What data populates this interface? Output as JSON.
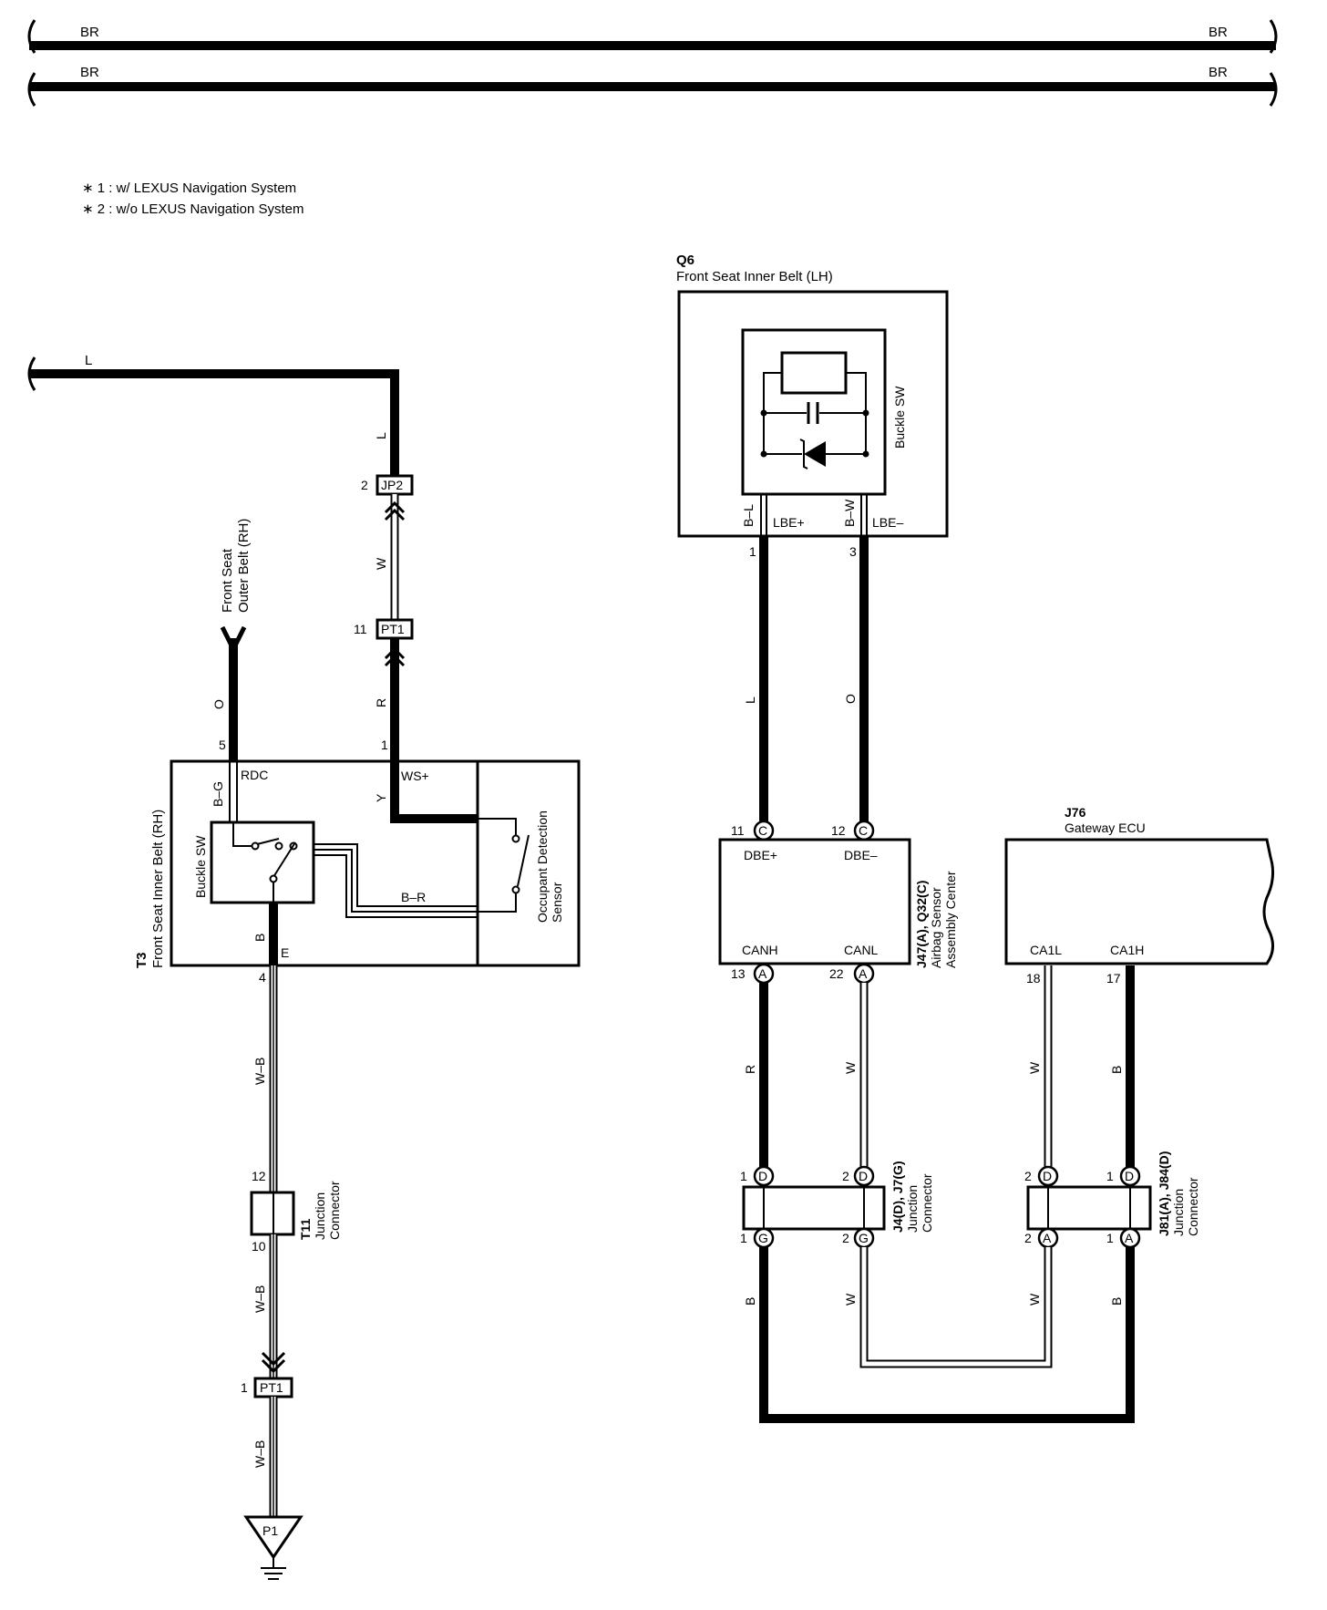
{
  "top_buses": {
    "bus1": {
      "left_label": "BR",
      "right_label": "BR"
    },
    "bus2": {
      "left_label": "BR",
      "right_label": "BR"
    }
  },
  "notes": [
    "∗ 1 : w/ LEXUS Navigation System",
    "∗ 2 : w/o LEXUS Navigation System"
  ],
  "q6": {
    "code": "Q6",
    "name": "Front Seat Inner Belt (LH)",
    "switch_label": "Buckle SW",
    "wire_left_color": "B–L",
    "wire_right_color": "B–W",
    "term_left": "LBE+",
    "term_right": "LBE–",
    "pin_left": "1",
    "pin_right": "3"
  },
  "left_feed": {
    "wire_label": "L",
    "wire_vert_label": "L",
    "jp2_pin": "2",
    "jp2": "JP2",
    "w_label": "W",
    "pt1_pin": "11",
    "pt1": "PT1",
    "r_label": "R"
  },
  "outer_belt": {
    "line1": "Front Seat",
    "line2": "Outer Belt (RH)",
    "wire": "O"
  },
  "t3": {
    "code": "T3",
    "name": "Front Seat Inner Belt (RH)",
    "buckle_label": "Buckle SW",
    "sensor_label1": "Occupant Detection",
    "sensor_label2": "Sensor",
    "pin5": "5",
    "pin1": "1",
    "pin4": "4",
    "rdc": "RDC",
    "ws_plus": "WS+",
    "e": "E",
    "bg": "B–G",
    "y": "Y",
    "br": "B–R",
    "b": "B"
  },
  "ground_path": {
    "wb1": "W–B",
    "t11_pin_top": "12",
    "t11_pin_bot": "10",
    "t11_code": "T11",
    "t11_name": "Junction",
    "t11_name2": "Connector",
    "wb2": "W–B",
    "pt1_pin": "1",
    "pt1": "PT1",
    "wb3": "W–B",
    "ground": "P1"
  },
  "airbag": {
    "pin11": "11",
    "pin12": "12",
    "conn_c": "C",
    "dbe_plus": "DBE+",
    "dbe_minus": "DBE–",
    "canh": "CANH",
    "canl": "CANL",
    "pin13": "13",
    "pin22": "22",
    "conn_a": "A",
    "code": "J47(A), Q32(C)",
    "name1": "Airbag Sensor",
    "name2": "Assembly Center",
    "wire_l": "L",
    "wire_o": "O",
    "wire_r": "R",
    "wire_w": "W"
  },
  "gateway": {
    "code": "J76",
    "name": "Gateway ECU",
    "ca1l": "CA1L",
    "ca1h": "CA1H",
    "pin18": "18",
    "pin17": "17",
    "wire_w": "W",
    "wire_b": "B"
  },
  "jc1": {
    "code": "J4(D), J7(G)",
    "name1": "Junction",
    "name2": "Connector",
    "p_top_left": "1",
    "p_top_right": "2",
    "p_bot_left": "1",
    "p_bot_right": "2",
    "d": "D",
    "g": "G",
    "wire_b": "B",
    "wire_w": "W"
  },
  "jc2": {
    "code": "J81(A), J84(D)",
    "name1": "Junction",
    "name2": "Connector",
    "p_top_left": "2",
    "p_top_right": "1",
    "p_bot_left": "2",
    "p_bot_right": "1",
    "d": "D",
    "a": "A",
    "wire_w": "W",
    "wire_b": "B"
  }
}
